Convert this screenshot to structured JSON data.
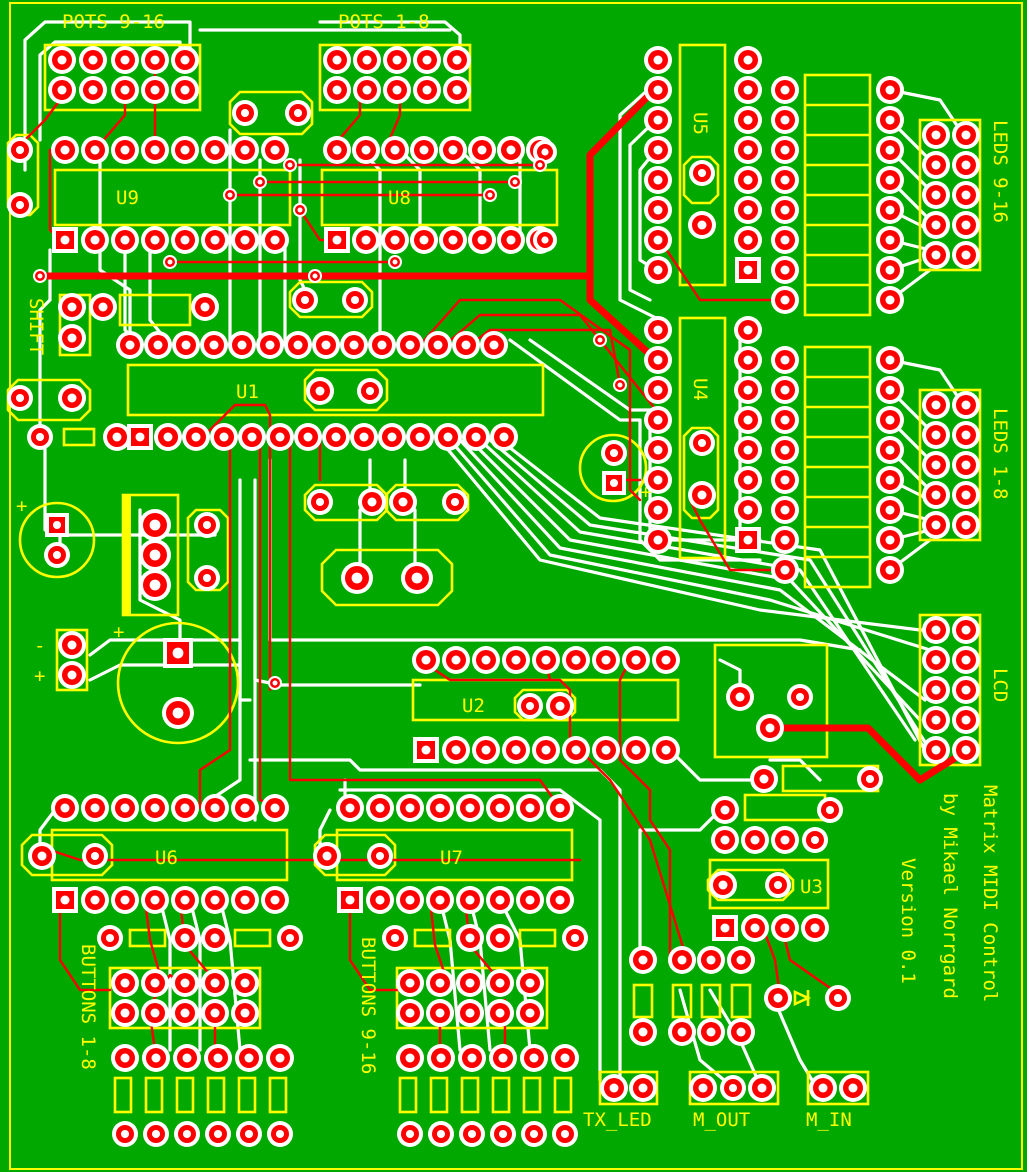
{
  "board": {
    "title": "Matrix MIDI Control",
    "author_line": "by Mikael Norrgard",
    "version_line": "Version 0.1",
    "colors": {
      "substrate": "#00a800",
      "silkscreen": "#ffff00",
      "copper_bottom": "#ffffff",
      "copper_top": "#ff0000",
      "pad": "#ff0000"
    }
  },
  "labels": {
    "pots_9_16": "POTS 9-16",
    "pots_1_8": "POTS 1-8",
    "shift": "SHIFT",
    "u1": "U1",
    "u2": "U2",
    "u3": "U3",
    "u4": "U4",
    "u5": "U5",
    "u6": "U6",
    "u7": "U7",
    "u8": "U8",
    "u9": "U9",
    "leds_9_16": "LEDS 9-16",
    "leds_1_8": "LEDS 1-8",
    "lcd": "LCD",
    "buttons_1_8": "BUTTONS 1-8",
    "buttons_9_16": "BUTTONS 9-16",
    "tx_led": "TX_LED",
    "m_out": "M_OUT",
    "m_in": "M_IN",
    "plus": "+",
    "minus": "-"
  }
}
